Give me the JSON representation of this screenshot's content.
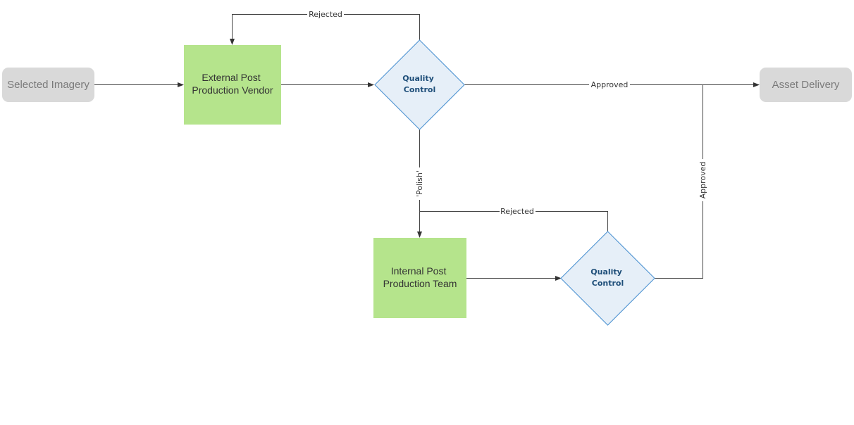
{
  "nodes": {
    "selected_imagery": "Selected Imagery",
    "external_vendor": [
      "External Post",
      "Production Vendor"
    ],
    "quality_control_1": [
      "Quality",
      "Control"
    ],
    "asset_delivery": "Asset Delivery",
    "internal_team": [
      "Internal Post",
      "Production Team"
    ],
    "quality_control_2": [
      "Quality",
      "Control"
    ]
  },
  "edges": {
    "rejected_top": "Rejected",
    "approved_main": "Approved",
    "polish": "'Polish'",
    "rejected_bottom": "Rejected",
    "approved_vertical": "Approved"
  },
  "colors": {
    "process_fill": "#b5e48c",
    "terminal_fill": "#d9d9d9",
    "decision_fill": "#e6eff8",
    "decision_stroke": "#5b9bd5",
    "edge_stroke": "#444444"
  }
}
